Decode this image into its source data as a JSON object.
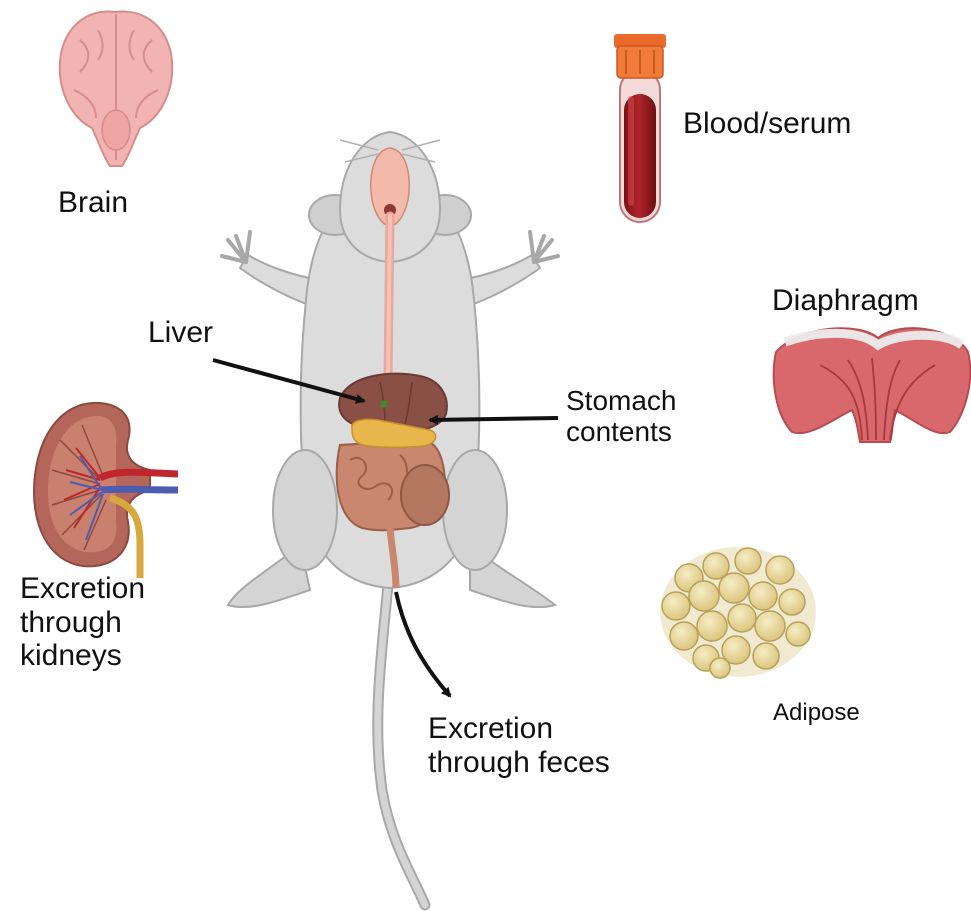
{
  "labels": {
    "brain": "Brain",
    "blood": "Blood/serum",
    "diaphragm": "Diaphragm",
    "liver": "Liver",
    "stomach": [
      "Stomach",
      "contents"
    ],
    "kidneys": [
      "Excretion",
      "through",
      "kidneys"
    ],
    "feces": [
      "Excretion",
      "through feces"
    ],
    "adipose": "Adipose"
  },
  "icons": [
    "brain-icon",
    "blood-tube-icon",
    "diaphragm-icon",
    "mouse-icon",
    "kidney-icon",
    "adipose-icon"
  ],
  "colors": {
    "mouse_body": "#dcdcdc",
    "mouse_outline": "#a8a8a8",
    "liver": "#8a4f45",
    "intestine": "#c8876e",
    "stomach_contents": "#e8b64a",
    "blood": "#9c1b22",
    "tube_cap": "#e96a2a",
    "brain": "#f1b4b2",
    "diaphragm": "#d9686c",
    "fat": "#e9d89a",
    "kidney_cortex": "#b5665a",
    "artery": "#c0262d",
    "vein": "#4c5db0",
    "ureter": "#d9a83c",
    "arrow": "#111111"
  }
}
